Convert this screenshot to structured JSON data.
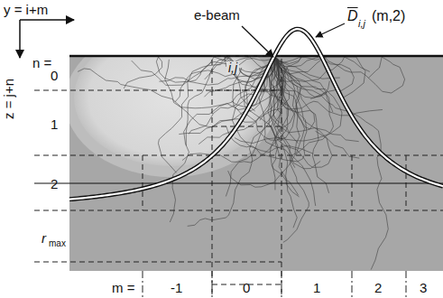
{
  "diagram": {
    "labels": [
      "y = i+m",
      "z = j+n",
      "n =",
      "0",
      "1",
      "2",
      "r",
      "max",
      "e-beam",
      "i,j",
      "D",
      "i,j",
      "(m,2)",
      "m =",
      "-1",
      "0",
      "1",
      "2",
      "3"
    ]
  }
}
